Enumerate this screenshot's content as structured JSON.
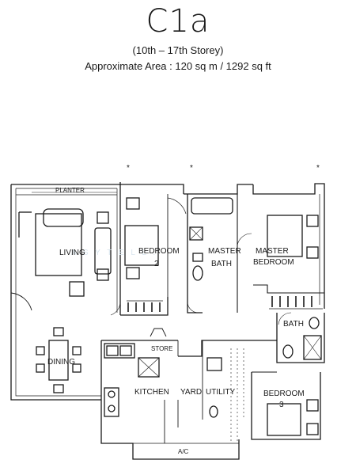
{
  "header": {
    "title": "C1a",
    "subtitle": "(10th – 17th Storey)",
    "area": "Approximate Area : 120 sq m / 1292 sq ft"
  },
  "rooms": {
    "planter": "PLANTER",
    "living": "LIVING",
    "bedroom2_line1": "BEDROOM",
    "bedroom2_line2": "2",
    "master_bath_line1": "MASTER",
    "master_bath_line2": "BATH",
    "master_bedroom_line1": "MASTER",
    "master_bedroom_line2": "BEDROOM",
    "bath": "BATH",
    "dining": "DINING",
    "store": "STORE",
    "kitchen": "KITCHEN",
    "yard": "YARD",
    "utility": "UTILITY",
    "bedroom3_line1": "BEDROOM",
    "bedroom3_line2": "3",
    "ac": "A/C"
  },
  "markers": [
    "*",
    "*",
    "*"
  ]
}
